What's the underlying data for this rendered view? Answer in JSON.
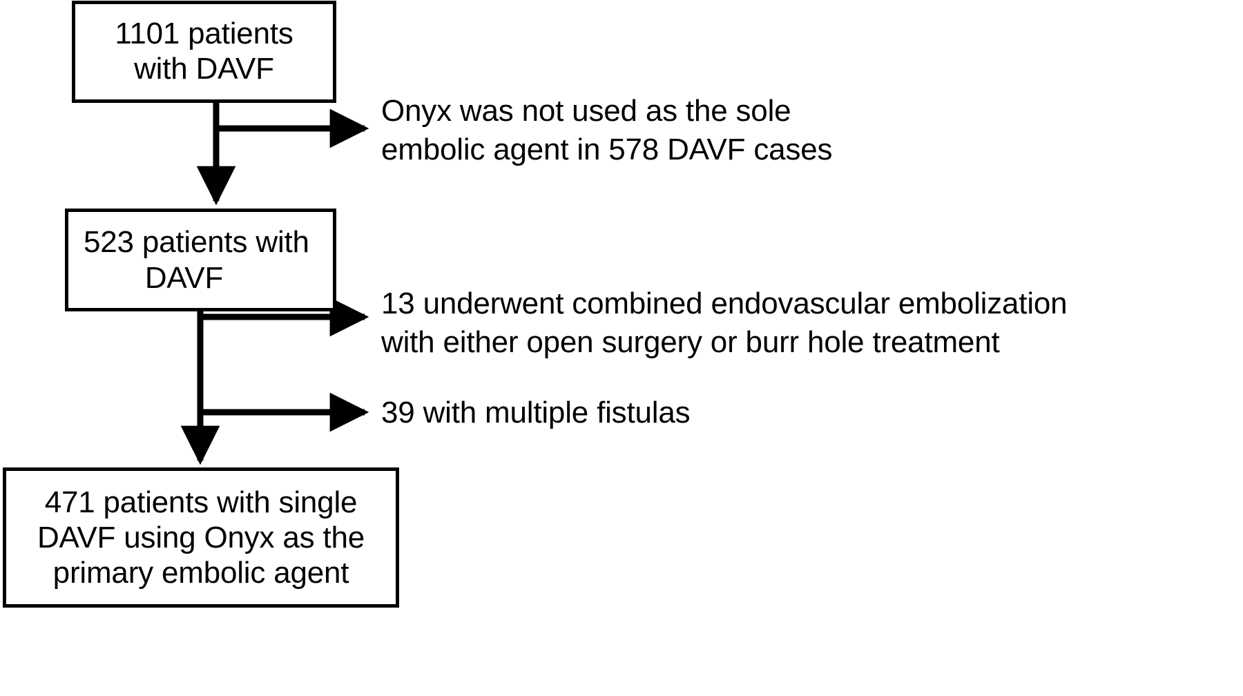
{
  "figure": {
    "type": "flowchart",
    "orientation": "top-to-bottom",
    "background_color": "#ffffff",
    "line_color": "#000000",
    "text_color": "#000000"
  },
  "nodes": [
    {
      "id": "node-1101",
      "count": 1101,
      "lines": [
        "1101 patients",
        "with DAVF"
      ],
      "text": "1101 patients with DAVF"
    },
    {
      "id": "node-523",
      "count": 523,
      "lines": [
        "523 patients with",
        "DAVF"
      ],
      "text": "523 patients with DAVF"
    },
    {
      "id": "node-471",
      "count": 471,
      "lines": [
        "471 patients with single",
        "DAVF using Onyx as the",
        "primary embolic agent"
      ],
      "text": "471 patients with single DAVF using Onyx as the primary embolic agent"
    }
  ],
  "exclusions": [
    {
      "id": "exclusion-578",
      "count": 578,
      "from_node": "node-1101",
      "lines": [
        "Onyx was not used as the sole",
        "embolic agent in 578 DAVF cases"
      ],
      "text": "Onyx was not used as the sole embolic agent in 578 DAVF cases"
    },
    {
      "id": "exclusion-13",
      "count": 13,
      "from_node": "node-523",
      "lines": [
        "13 underwent combined endovascular embolization",
        "with either open surgery or burr hole treatment"
      ],
      "text": "13 underwent combined endovascular embolization with either open surgery or burr hole treatment"
    },
    {
      "id": "exclusion-39",
      "count": 39,
      "from_node": "node-523",
      "lines": [
        "39 with multiple fistulas"
      ],
      "text": "39 with multiple fistulas"
    }
  ]
}
